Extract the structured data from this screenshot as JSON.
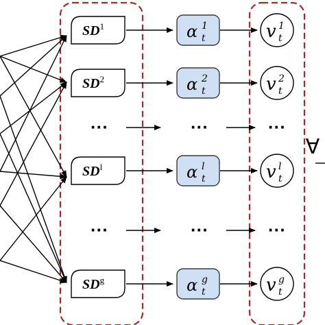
{
  "colors": {
    "dashed_frame": "#a52a2a",
    "alpha_fill": "#cfe0f5",
    "alpha_stroke": "#3a3a3a",
    "line": "#000000"
  },
  "rows": [
    {
      "kind": "node",
      "sd_base": "SD",
      "sd_sup": "1",
      "alpha_base": "α",
      "alpha_sup": "1",
      "alpha_sub": "t",
      "v_base": "v",
      "v_sup": "1",
      "v_sub": "t"
    },
    {
      "kind": "node",
      "sd_base": "SD",
      "sd_sup": "2",
      "alpha_base": "α",
      "alpha_sup": "2",
      "alpha_sub": "t",
      "v_base": "v",
      "v_sup": "2",
      "v_sub": "t"
    },
    {
      "kind": "ellipsis",
      "text": "···"
    },
    {
      "kind": "node",
      "sd_base": "SD",
      "sd_sup": "l",
      "alpha_base": "α",
      "alpha_sup": "l",
      "alpha_sub": "t",
      "v_base": "v",
      "v_sup": "l",
      "v_sub": "t"
    },
    {
      "kind": "ellipsis",
      "text": "···"
    },
    {
      "kind": "node",
      "sd_base": "SD",
      "sd_sup": "g",
      "alpha_base": "α",
      "alpha_sup": "g",
      "alpha_sub": "t",
      "v_base": "v",
      "v_sup": "g",
      "v_sub": "t"
    }
  ],
  "right_symbol": "∀"
}
